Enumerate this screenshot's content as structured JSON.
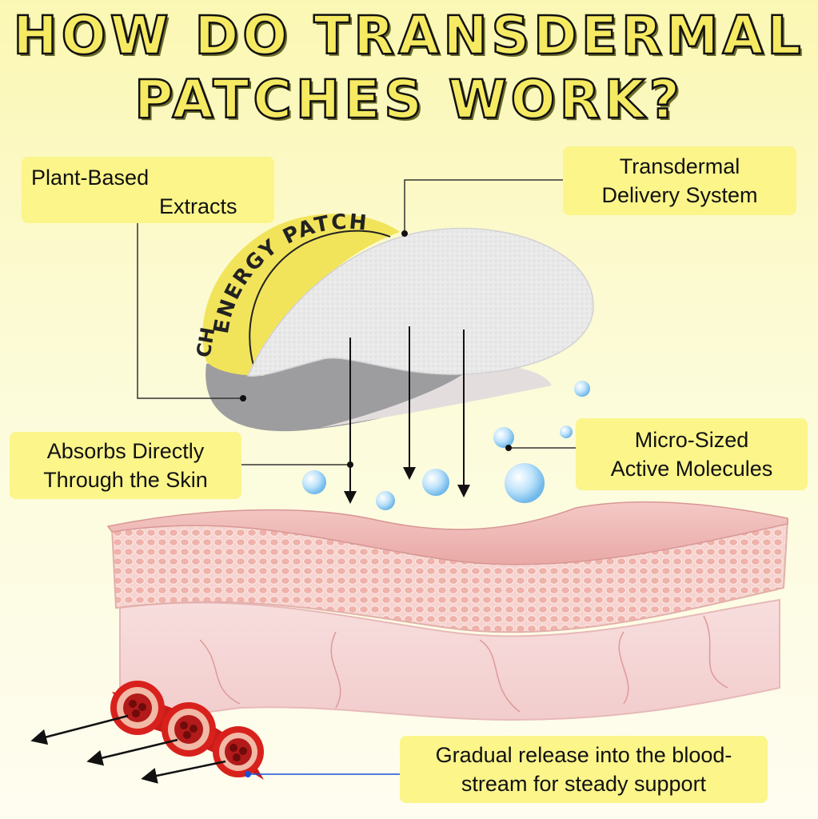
{
  "title": {
    "line1": "HOW DO TRANSDERMAL",
    "line2": "PATCHES WORK?"
  },
  "patch": {
    "print_text": "ENERGY PATCH",
    "print_fragment": "CH"
  },
  "labels": {
    "plant": {
      "line1": "Plant-Based",
      "line2": "Extracts"
    },
    "delivery": {
      "line1": "Transdermal",
      "line2": "Delivery System"
    },
    "absorbs": {
      "line1": "Absorbs Directly",
      "line2": "Through the Skin"
    },
    "molecules": {
      "line1": "Micro-Sized",
      "line2": "Active Molecules"
    },
    "release": {
      "line1": "Gradual release into the blood-",
      "line2": "stream for steady support"
    }
  },
  "colors": {
    "background": "#fcfbd8",
    "label_fill": "#fbf58a",
    "title_fill": "#f5ea62",
    "patch_print": "#f2e45a",
    "skin": "#f3c6c6",
    "blood_vessel": "#d8211c",
    "release_line": "#1a4fd6"
  }
}
